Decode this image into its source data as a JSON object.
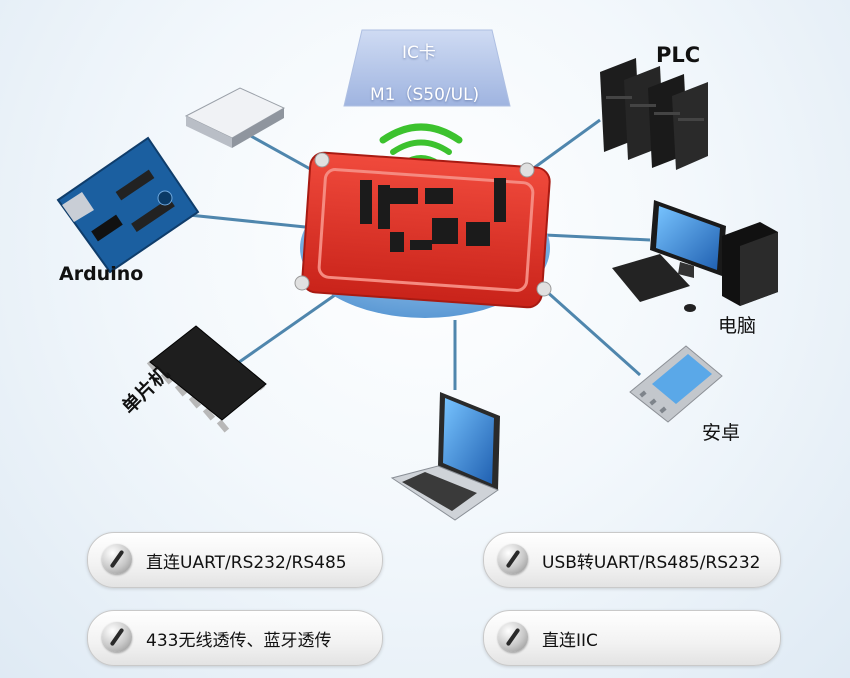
{
  "ic_card": {
    "line1": "IC卡",
    "line2": "M1（S50/UL)"
  },
  "devices": {
    "plc": "PLC",
    "arduino": "Arduino",
    "pc": "电脑",
    "android": "安卓",
    "mcu": "单片机"
  },
  "features": [
    {
      "label": "直连UART/RS232/RS485"
    },
    {
      "label": "USB转UART/RS485/RS232"
    },
    {
      "label": "433无线透传、蓝牙透传"
    },
    {
      "label": "直连IIC"
    }
  ],
  "colors": {
    "link": "#4f86ad",
    "hub": "#6aa6dc",
    "board": "#e8342a",
    "wifi": "#3cc22e",
    "card": "#b7c8ea"
  }
}
